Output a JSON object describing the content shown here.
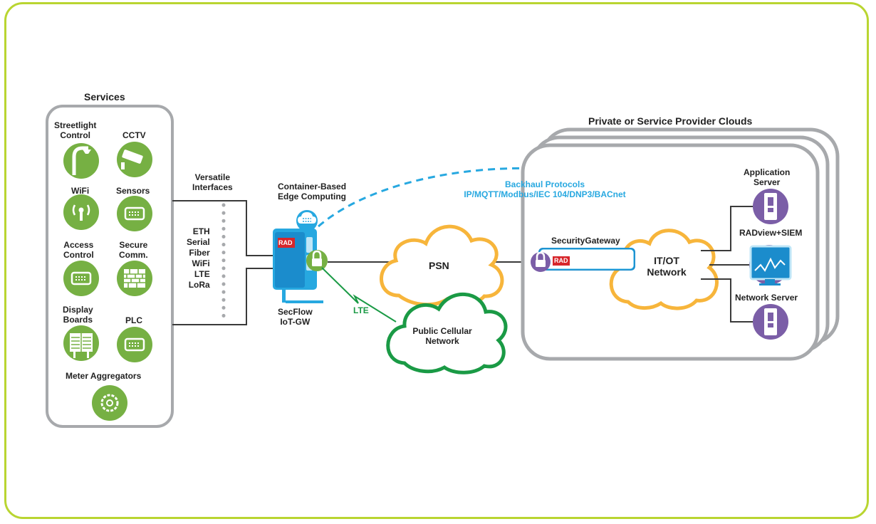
{
  "services": {
    "title": "Services",
    "streetlight": "Streetlight\nControl",
    "cctv": "CCTV",
    "wifi": "WiFi",
    "sensors": "Sensors",
    "access": "Access\nControl",
    "secure": "Secure\nComm.",
    "display": "Display\nBoards",
    "plc": "PLC",
    "meter": "Meter Aggregators"
  },
  "interfaces": {
    "title": "Versatile\nInterfaces",
    "list": "ETH\nSerial\nFiber\nWiFi\nLTE\nLoRa"
  },
  "edge": {
    "title": "Container-Based\nEdge Computing",
    "device": "SecFlow\nIoT-GW",
    "lte": "LTE",
    "brand": "RAD"
  },
  "backhaul": {
    "title": "Backhaul Protocols",
    "protocols": "IP/MQTT/Modbus/IEC 104/DNP3/BACnet"
  },
  "clouds": {
    "psn": "PSN",
    "cellular": "Public Cellular\nNetwork",
    "itot": "IT/OT\nNetwork"
  },
  "provider": {
    "title": "Private or Service Provider Clouds",
    "gateway": "SecurityGateway",
    "app_server": "Application\nServer",
    "radview": "RADview+SIEM",
    "net_server": "Network Server"
  },
  "colors": {
    "frame": "#b9d531",
    "service_green": "#76b043",
    "lte_green": "#1a9a45",
    "psn_orange": "#f7b53b",
    "backhaul_blue": "#27a8e0",
    "server_purple": "#7b5ea7",
    "rad_red": "#d7262b",
    "box_gray": "#a7a9ac"
  }
}
